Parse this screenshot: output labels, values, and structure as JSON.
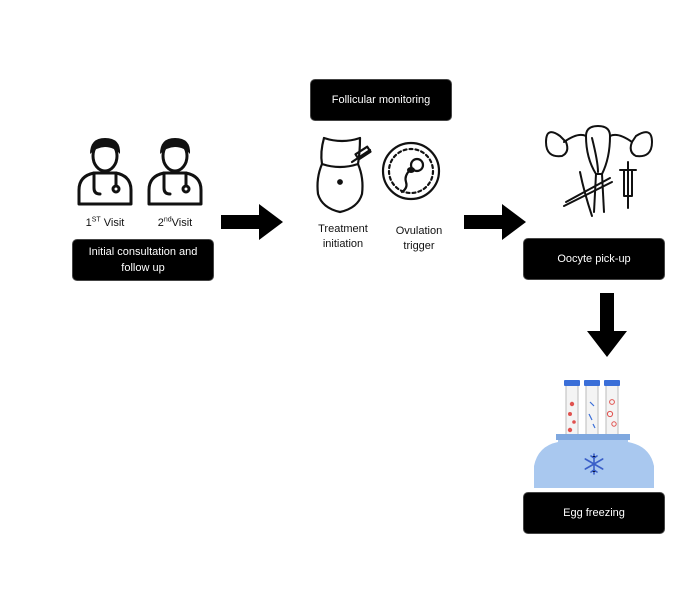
{
  "steps": {
    "initial": {
      "label": "Initial consultation and follow up",
      "label_line1": "Initial consultation and",
      "label_line2": "follow up",
      "visit1": {
        "number": "1",
        "superscript": "ST",
        "word": "Visit"
      },
      "visit2": {
        "number": "2",
        "superscript": "nd",
        "word": "Visit"
      }
    },
    "monitoring": {
      "label": "Follicular monitoring",
      "treatment_line1": "Treatment",
      "treatment_line2": "initiation",
      "ovulation_line1": "Ovulation",
      "ovulation_line2": "trigger"
    },
    "pickup": {
      "label": "Oocyte pick-up"
    },
    "freezing": {
      "label": "Egg freezing"
    }
  },
  "colors": {
    "box_fill": "#000000",
    "box_text": "#ffffff",
    "arrow": "#000000",
    "tank": "#a9c8ef",
    "tube_cap": "#3b6fd8",
    "snowflake": "#3a5fc8",
    "cells": "#e0524f"
  },
  "icons": [
    "doctor-icon",
    "doctor-icon",
    "belly-injection-icon",
    "sperm-egg-icon",
    "uterus-icon",
    "cryo-tank-icon",
    "snowflake-icon"
  ]
}
